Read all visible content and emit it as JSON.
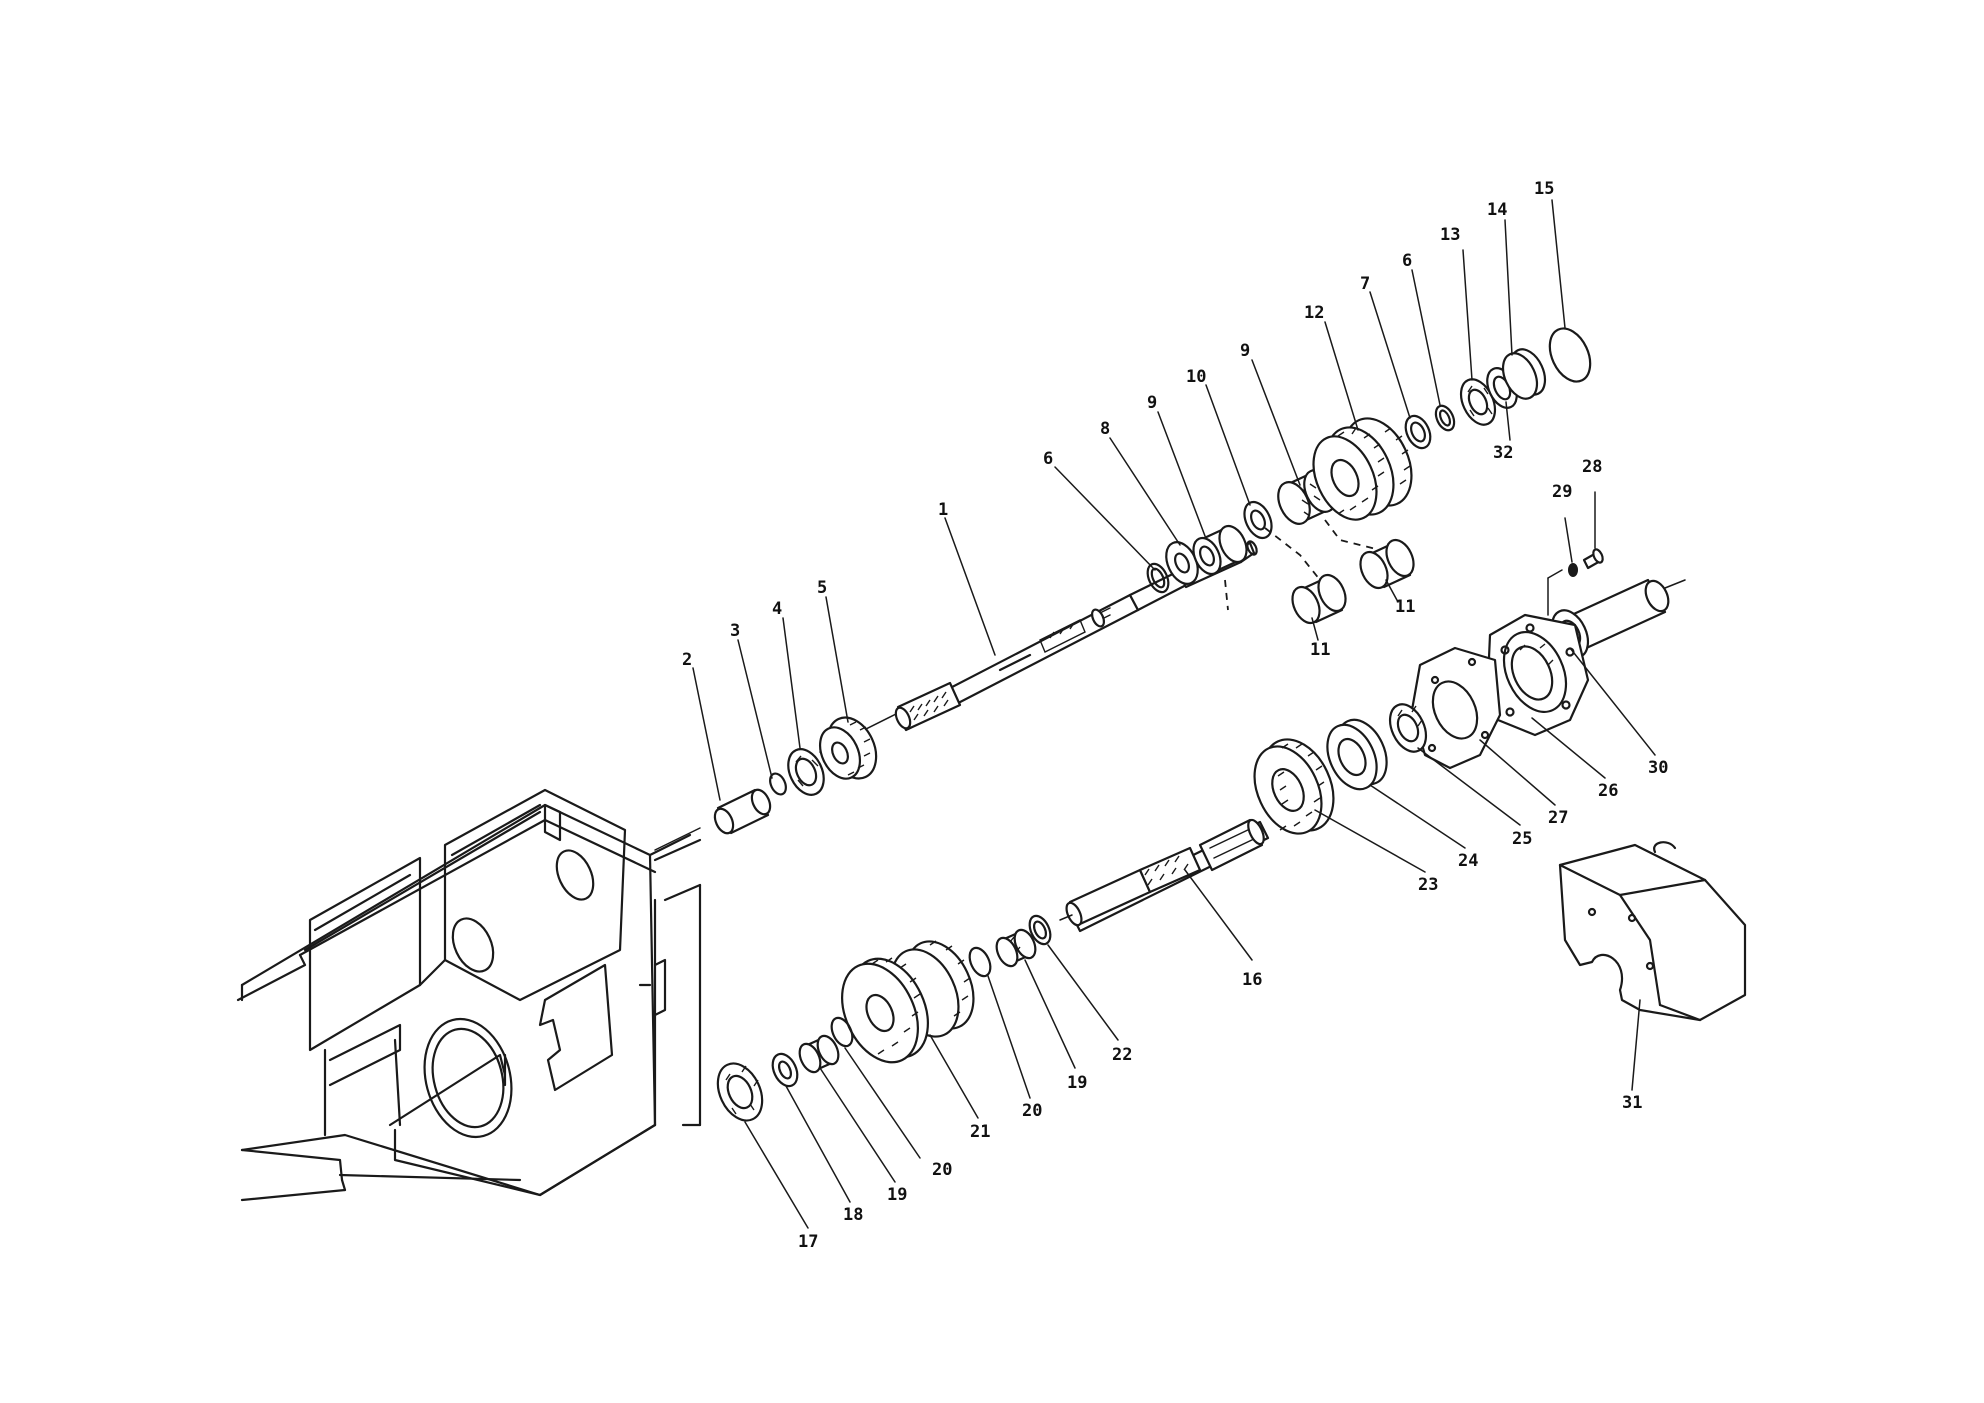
{
  "part_labels": [
    "1",
    "2",
    "3",
    "4",
    "5",
    "6",
    "6",
    "7",
    "8",
    "9",
    "9",
    "10",
    "11",
    "11",
    "12",
    "13",
    "14",
    "15",
    "16",
    "17",
    "18",
    "19",
    "19",
    "20",
    "20",
    "21",
    "22",
    "23",
    "24",
    "25",
    "26",
    "27",
    "28",
    "29",
    "30",
    "31",
    "32"
  ]
}
